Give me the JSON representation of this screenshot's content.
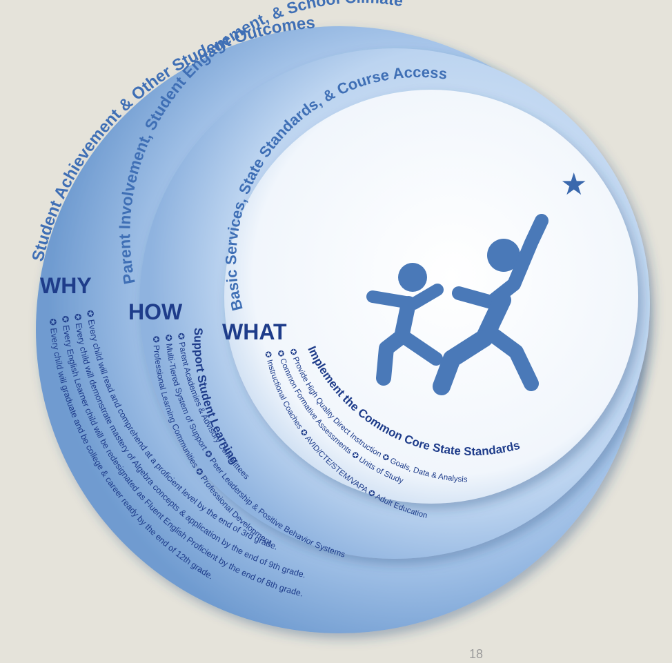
{
  "outer_ring": {
    "title": "Student Achievement & Other Student Outcomes",
    "heading": "WHY",
    "bullets": [
      "Every child will read and comprehend at a proficient level by the end of 3rd grade.",
      "Every child will demonstrate mastery of Algebra concepts & application by the end of 9th grade.",
      "Every English Learner child will be redesignated as Fluent English Proficient by the end of 8th grade.",
      "Every child will graduate and be college & career ready by the end of 12th grade."
    ]
  },
  "middle_ring": {
    "title": "Parent Involvement, Student Engagement, & School Climate",
    "heading": "HOW",
    "subheading": "Support Student Learning",
    "bullets": [
      "Parent Academies & Advisory Committees",
      "Multi-Tiered System of Support",
      "Peer Leadership & Positive Behavior Systems",
      "Professional Learning Communities",
      "Professional Development"
    ]
  },
  "inner_ring": {
    "title": "Basic Services, State Standards, & Course Access",
    "heading": "WHAT",
    "subheading": "Implement the Common Core State Standards",
    "bullets": [
      "Provide High Quality Direct Instruction",
      "Goals, Data & Analysis",
      "Common Formative Assessments",
      "Units of Study",
      "Instructional Coaches",
      "AVID/CTE/STEM/VAPA",
      "Adult Education"
    ]
  },
  "bullet_glyph": "✪",
  "star_glyph": "★",
  "page_number": "18",
  "colors": {
    "background": "#e5e3da",
    "ring_outer": "#7fa7d6",
    "ring_middle": "#a9c6ea",
    "ring_inner": "#eef4fb",
    "text_dark": "#1e3c8a",
    "text_ring": "#3f6fb5",
    "figure": "#4a79b8"
  }
}
